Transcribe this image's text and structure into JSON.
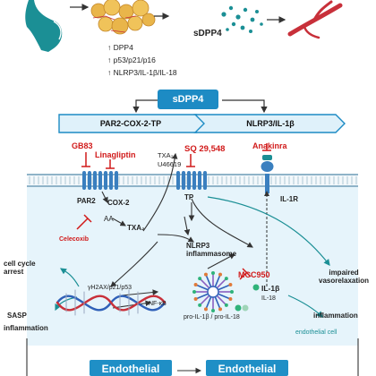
{
  "colors": {
    "blue": "#1d8bc4",
    "light_blue": "#dff1fa",
    "membrane": "#8fb3c8",
    "red": "#d11a1a",
    "adipose": "#e9b54a",
    "vessel": "#c8303a",
    "teal": "#1b8f95"
  },
  "top": {
    "sdpp4_label": "sDPP4",
    "list": [
      "↑ DPP4",
      "↑ p53/p21/p16",
      "↑ NLRP3/IL-1β/IL-18"
    ]
  },
  "banner": {
    "label": "sDPP4"
  },
  "pathways": {
    "left": "PAR2-COX-2-TP",
    "right": "NLRP3/IL-1β"
  },
  "inhibitors": {
    "gb83": "GB83",
    "linagliptin": "Linagliptin",
    "sq": "SQ 29,548",
    "anakinra": "Anakinra",
    "celecoxib": "Celecoxib",
    "mcc950": "MCC950"
  },
  "molecules": {
    "txa2_top": "TXA₂",
    "u46619": "U46619",
    "tp": "TP",
    "il1r": "IL-1R",
    "par2": "PAR2",
    "cox2": "COX-2",
    "aa": "AA",
    "txa2": "TXA₂",
    "nlrp3": "NLRP3\ninflammasome",
    "gh2ax": "γH2AX/p21/p53",
    "nfkb": "NF-κB",
    "il1b": "IL-1β",
    "il18": "IL-18",
    "pro": "pro-IL-1β / pro-IL-18",
    "endothelial_cell": "endothelial cell"
  },
  "outcomes": {
    "arrest": "cell cycle\narrest",
    "sasp": "SASP",
    "inflammation_left": "inflammation",
    "impaired": "impaired\nvasorelaxation",
    "inflammation_right": "inflammation"
  },
  "footer": {
    "left": "Endothelial",
    "right": "Endothelial"
  }
}
